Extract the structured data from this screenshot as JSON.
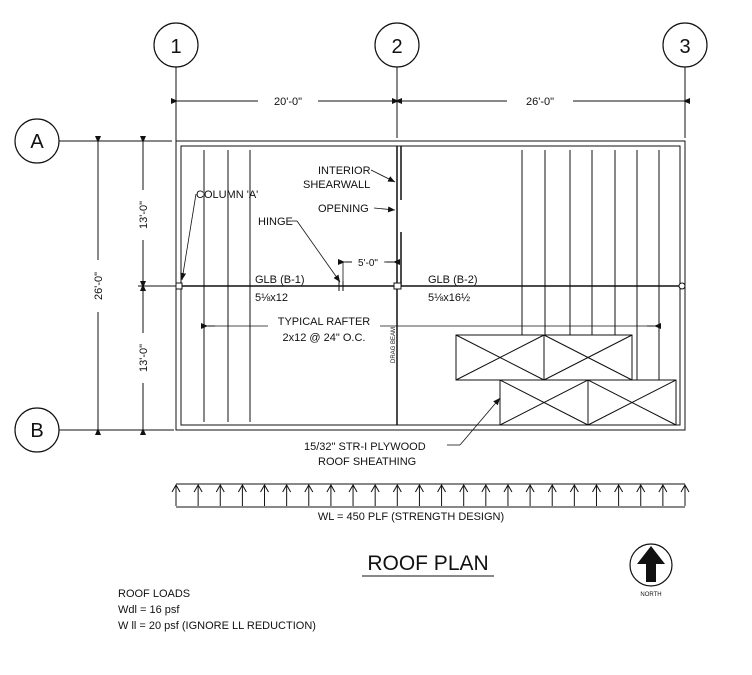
{
  "grid": {
    "columns": [
      "1",
      "2",
      "3"
    ],
    "rows": [
      "A",
      "B"
    ]
  },
  "dimensions": {
    "span_1_2": "20'-0\"",
    "span_2_3": "26'-0\"",
    "overall_ns": "26'-0\"",
    "upper_ns": "13'-0\"",
    "lower_ns": "13'-0\"",
    "hinge_offset": "5'-0\""
  },
  "labels": {
    "interior_shearwall_1": "INTERIOR",
    "interior_shearwall_2": "SHEARWALL",
    "opening": "OPENING",
    "column_a": "COLUMN 'A'",
    "hinge": "HINGE",
    "glb_b1": "GLB  (B-1)",
    "glb_b1_size": "5⅛x12",
    "glb_b2": "GLB (B-2)",
    "glb_b2_size": "5⅛x16½",
    "rafter_1": "TYPICAL RAFTER",
    "rafter_2": "2x12 @ 24\" O.C.",
    "drag_beam": "DRAG BEAM",
    "sheathing_1": "15/32\" STR-I PLYWOOD",
    "sheathing_2": "ROOF SHEATHING",
    "wind_load": "WL = 450 PLF (STRENGTH DESIGN)"
  },
  "title": "ROOF PLAN",
  "north": "NORTH",
  "roof_loads": {
    "heading": "ROOF LOADS",
    "dead": "Wdl = 16 psf",
    "live": "W ll = 20 psf (IGNORE LL REDUCTION)"
  }
}
